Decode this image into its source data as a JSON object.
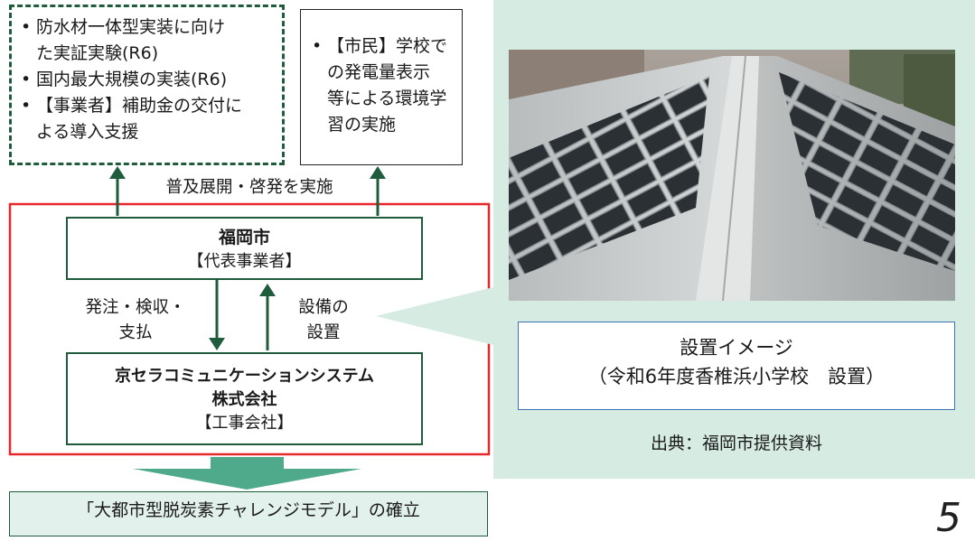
{
  "left_top_box": {
    "items": [
      "防水材一体型実装に向けた実証実験(R6)",
      "国内最大規模の実装(R6)",
      "【事業者】補助金の交付による導入支援"
    ],
    "lines": [
      [
        "防水材一体型実装に向け",
        "た実証実験(R6)"
      ],
      [
        "国内最大規模の実装(R6)"
      ],
      [
        "【事業者】補助金の交付に",
        "よる導入支援"
      ]
    ]
  },
  "right_top_box": {
    "item": "【市民】学校での発電量表示等による環境学習の実施",
    "lines": [
      "【市民】学校で",
      "の発電量表示",
      "等による環境学",
      "習の実施"
    ]
  },
  "arrow_label": "普及展開・啓発を実施",
  "fukuoka_box": {
    "name": "福岡市",
    "role": "【代表事業者】"
  },
  "order_label": [
    "発注・検収・",
    "支払"
  ],
  "install_label": [
    "設備の",
    "設置"
  ],
  "contractor_box": {
    "name_line1": "京セラコミュニケーションシステム",
    "name_line2": "株式会社",
    "role": "【工事会社】"
  },
  "result_box": "「大都市型脱炭素チャレンジモデル」の確立",
  "photo_caption": {
    "line1": "設置イメージ",
    "line2": "（令和6年度香椎浜小学校　設置）"
  },
  "source": "出典：福岡市提供資料",
  "page_number": "5",
  "colors": {
    "dark_green": "#1e5c3c",
    "red_frame": "#e8272a",
    "teal_panel": "#d6ece3",
    "arrow_teal": "#4fa98b",
    "caption_border": "#3a73b8",
    "result_fill": "#e3f1ec"
  }
}
